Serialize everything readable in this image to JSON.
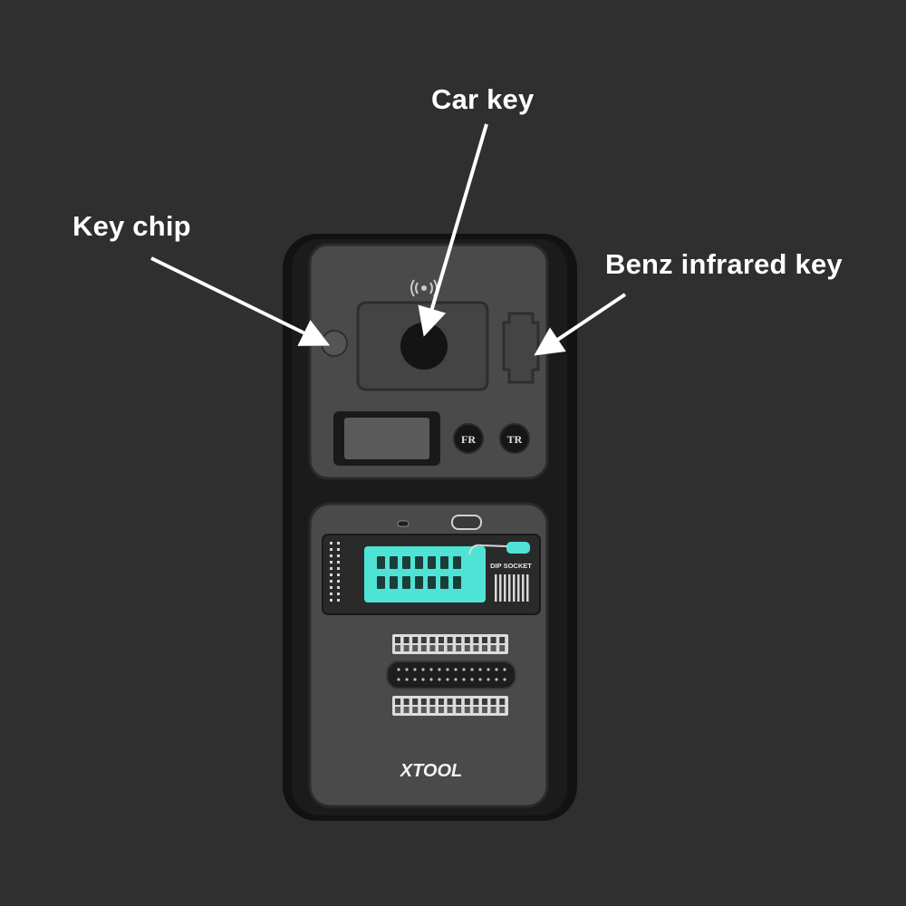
{
  "callouts": {
    "car_key": "Car key",
    "key_chip": "Key chip",
    "benz_infrared_key": "Benz infrared key"
  },
  "device": {
    "button_fr": "FR",
    "button_tr": "TR",
    "dip_socket_label": "DIP SOCKET",
    "brand": "XTOOL"
  },
  "colors": {
    "background": "#2f2f2f",
    "case": "#111111",
    "panel": "#4a4a4a",
    "accent": "#4fe3d6",
    "arrow": "#ffffff"
  },
  "icons": [
    "nfc-icon",
    "arrow-icon"
  ]
}
